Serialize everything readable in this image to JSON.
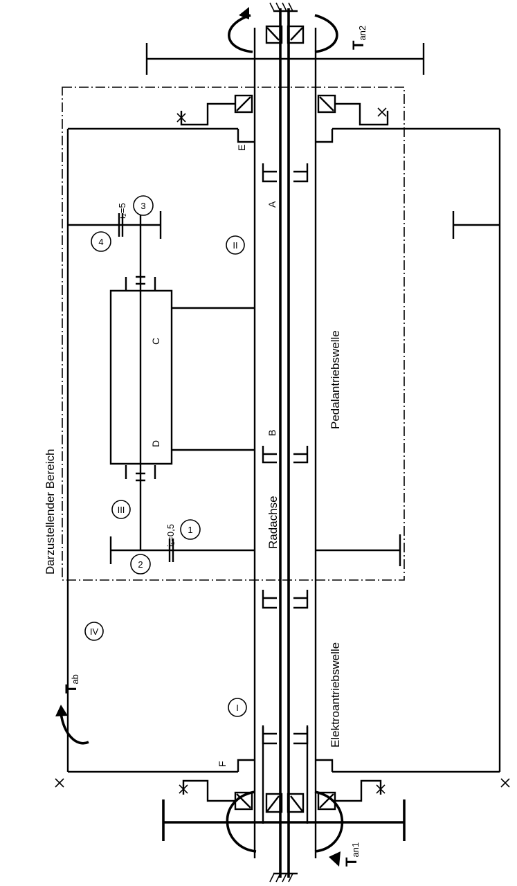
{
  "labels": {
    "region": "Darzustellender Bereich",
    "wheel_axle": "Radachse",
    "pedal_shaft": "Pedalantriebswelle",
    "electric_shaft": "Elektroantriebswelle",
    "t_ab_base": "T",
    "t_ab_sub": "ab",
    "t_an1_base": "T",
    "t_an1_sub": "an1",
    "t_an2_base": "T",
    "t_an2_sub": "an2",
    "ratio1": "i₁=0,5",
    "ratio2": "i₂=5"
  },
  "clutches": {
    "A": "A",
    "B": "B",
    "C": "C",
    "D": "D",
    "E": "E",
    "F": "F"
  },
  "gears": {
    "g1": "1",
    "g2": "2",
    "g3": "3",
    "g4": "4"
  },
  "shafts": {
    "s1": "I",
    "s2": "II",
    "s3": "III",
    "s4": "IV"
  }
}
